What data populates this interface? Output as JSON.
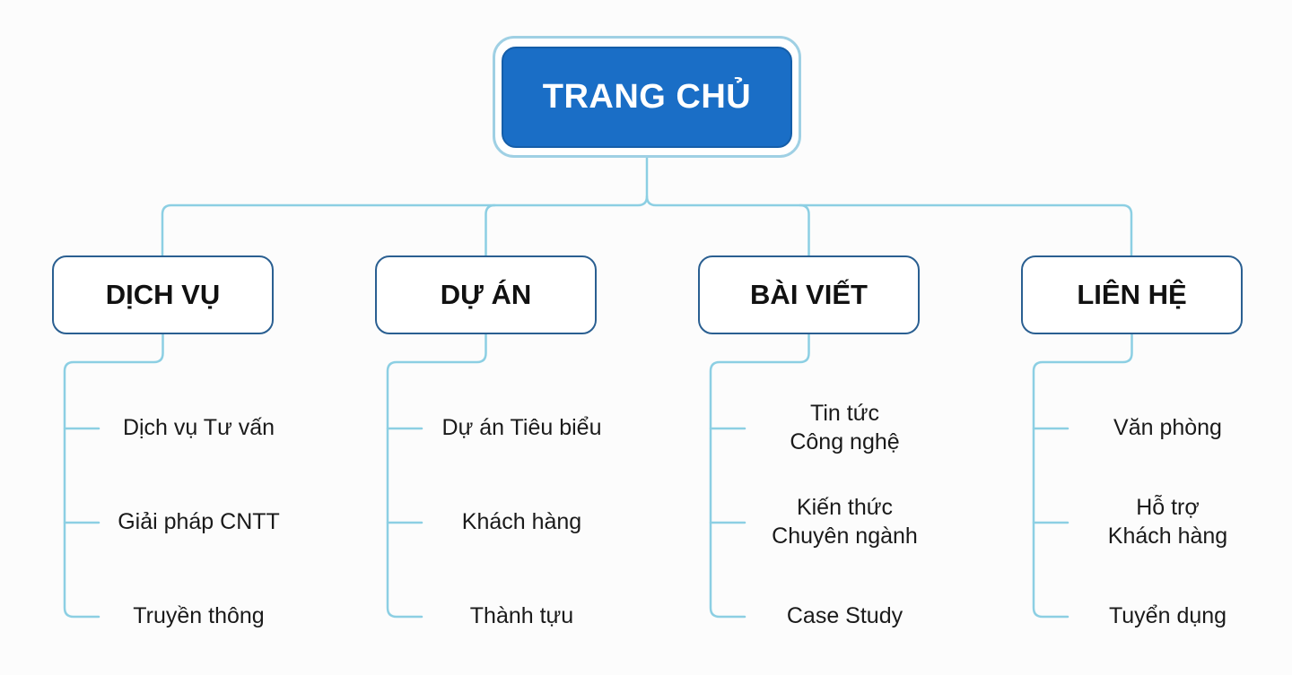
{
  "root": {
    "label": "TRANG CHỦ"
  },
  "colors": {
    "root_fill": "#1a6ec6",
    "root_outline": "#9fd0e4",
    "connector": "#8ccfe3",
    "category_border": "#2a5f91"
  },
  "categories": [
    {
      "label": "DỊCH VỤ",
      "items": [
        {
          "lines": [
            "Dịch vụ Tư vấn"
          ]
        },
        {
          "lines": [
            "Giải pháp CNTT"
          ]
        },
        {
          "lines": [
            "Truyền thông"
          ]
        }
      ]
    },
    {
      "label": "DỰ ÁN",
      "items": [
        {
          "lines": [
            "Dự án Tiêu biểu"
          ]
        },
        {
          "lines": [
            "Khách hàng"
          ]
        },
        {
          "lines": [
            "Thành tựu"
          ]
        }
      ]
    },
    {
      "label": "BÀI VIẾT",
      "items": [
        {
          "lines": [
            "Tin tức",
            "Công nghệ"
          ]
        },
        {
          "lines": [
            "Kiến thức",
            "Chuyên ngành"
          ]
        },
        {
          "lines": [
            "Case Study"
          ]
        }
      ]
    },
    {
      "label": "LIÊN HỆ",
      "items": [
        {
          "lines": [
            "Văn phòng"
          ]
        },
        {
          "lines": [
            "Hỗ trợ",
            "Khách hàng"
          ]
        },
        {
          "lines": [
            "Tuyển dụng"
          ]
        }
      ]
    }
  ]
}
